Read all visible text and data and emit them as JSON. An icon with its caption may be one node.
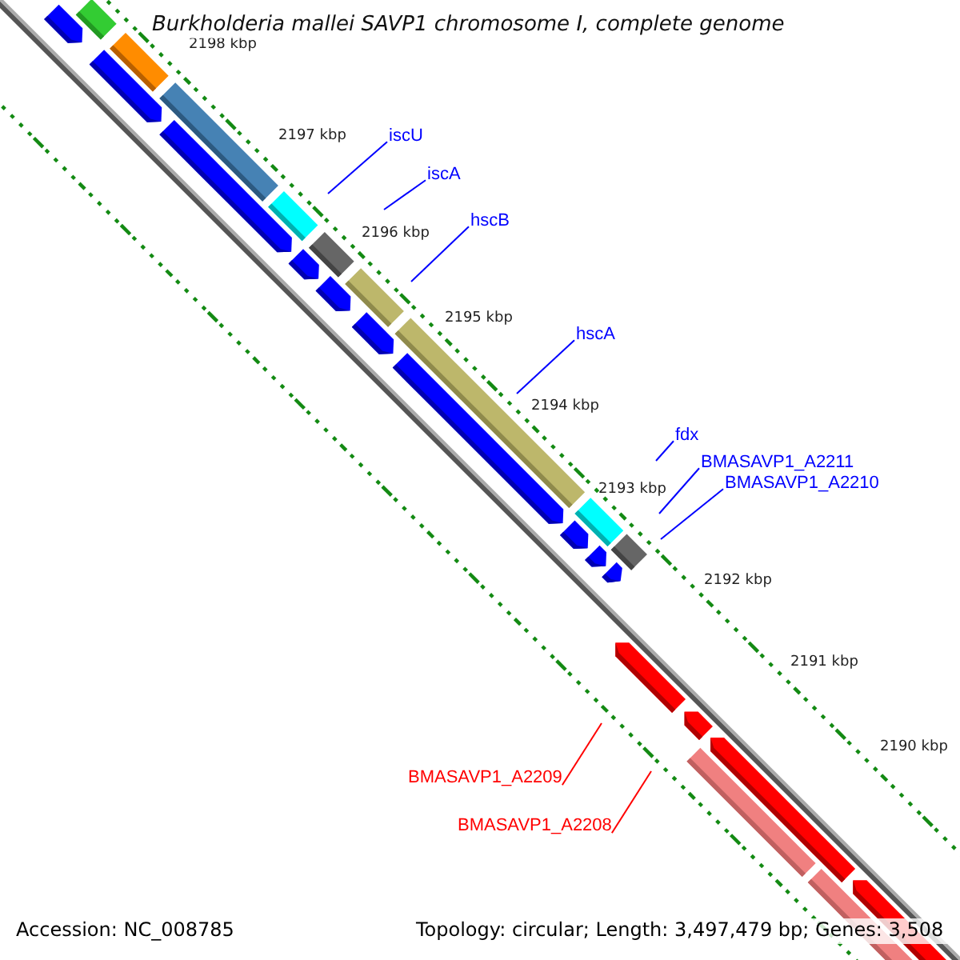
{
  "diagram": {
    "title": "Burkholderia mallei SAVP1 chromosome I, complete genome",
    "nodes": [
      {
        "text": [
          "iscU"
        ]
      },
      {
        "text": [
          "iscA"
        ]
      },
      {
        "text": [
          "hscB"
        ]
      },
      {
        "text": [
          "hscA"
        ]
      },
      {
        "text": [
          "fdx"
        ]
      },
      {
        "text": [
          "BMASAVP1_A2211"
        ]
      },
      {
        "text": [
          "BMASAVP1_A2210"
        ]
      },
      {
        "text": [
          "BMASAVP1_A2209"
        ]
      },
      {
        "text": [
          "BMASAVP1_A2208"
        ]
      }
    ],
    "edges": [
      {
        "from": 0,
        "to": null,
        "arrow": "none"
      },
      {
        "from": 1,
        "to": null,
        "arrow": "none"
      },
      {
        "from": 2,
        "to": null,
        "arrow": "none"
      },
      {
        "from": 3,
        "to": null,
        "arrow": "none"
      },
      {
        "from": 4,
        "to": null,
        "arrow": "none"
      },
      {
        "from": 5,
        "to": null,
        "arrow": "none"
      },
      {
        "from": 6,
        "to": null,
        "arrow": "none"
      },
      {
        "from": 7,
        "to": null,
        "arrow": "none",
        "color": "#ff0000"
      },
      {
        "from": 8,
        "to": null,
        "arrow": "none",
        "color": "#ff0000"
      }
    ],
    "labels": [
      "2198 kbp",
      "2197 kbp",
      "2196 kbp",
      "2195 kbp",
      "2194 kbp",
      "2193 kbp",
      "2192 kbp",
      "2191 kbp",
      "2190 kbp",
      "Accession: NC_008785",
      "Topology: circular; Length: 3,497,479 bp; Genes: 3,508"
    ]
  }
}
